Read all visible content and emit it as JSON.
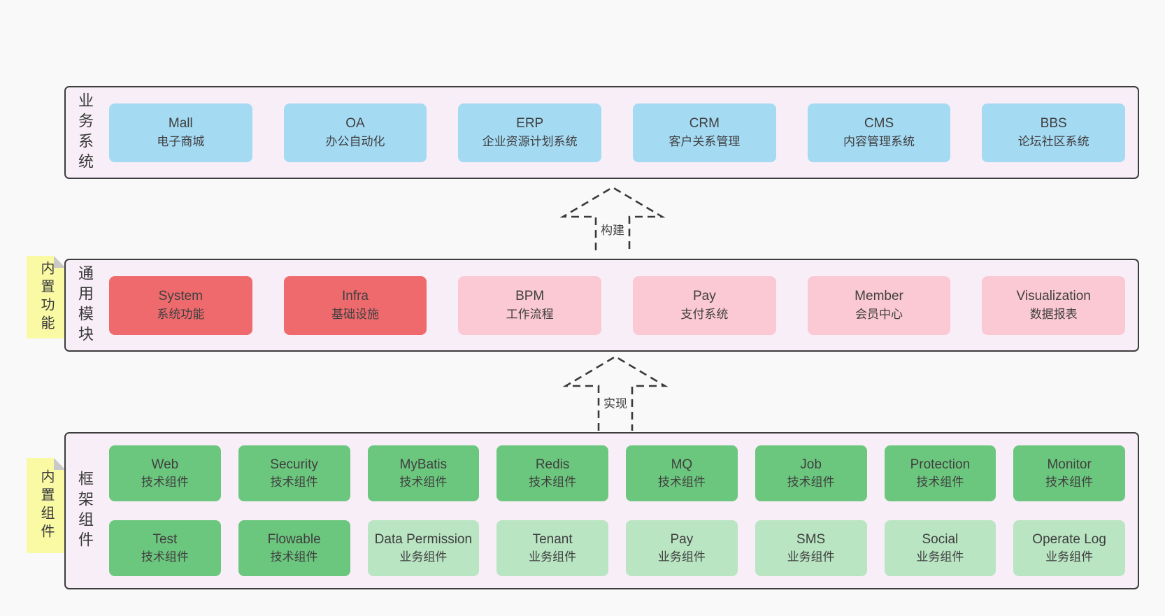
{
  "palette": {
    "page_background": "#f9f9f9",
    "band_background": "#f8eef7",
    "band_border": "#3d3d3d",
    "blue_box": "#a5daf3",
    "red_box": "#ef6a6d",
    "pink_box": "#fbc9d3",
    "green_box": "#6cc77e",
    "light_green_box": "#b9e5c3",
    "sticky_note": "#fafaa5",
    "sticky_fold": "#c9c9c9",
    "dash_stroke": "#3a3a3a",
    "text": "#3f3f3f"
  },
  "bands": [
    {
      "id": "business-systems",
      "label": "业务系统",
      "boxes": [
        {
          "name": "Mall",
          "desc": "电子商城",
          "type": "blue"
        },
        {
          "name": "OA",
          "desc": "办公自动化",
          "type": "blue"
        },
        {
          "name": "ERP",
          "desc": "企业资源计划系统",
          "type": "blue"
        },
        {
          "name": "CRM",
          "desc": "客户关系管理",
          "type": "blue"
        },
        {
          "name": "CMS",
          "desc": "内容管理系统",
          "type": "blue"
        },
        {
          "name": "BBS",
          "desc": "论坛社区系统",
          "type": "blue"
        }
      ]
    },
    {
      "id": "common-modules",
      "label": "通用模块",
      "sticky": "内置功能",
      "boxes": [
        {
          "name": "System",
          "desc": "系统功能",
          "type": "red"
        },
        {
          "name": "Infra",
          "desc": "基础设施",
          "type": "red"
        },
        {
          "name": "BPM",
          "desc": "工作流程",
          "type": "pink"
        },
        {
          "name": "Pay",
          "desc": "支付系统",
          "type": "pink"
        },
        {
          "name": "Member",
          "desc": "会员中心",
          "type": "pink"
        },
        {
          "name": "Visualization",
          "desc": "数据报表",
          "type": "pink"
        }
      ]
    },
    {
      "id": "framework-components",
      "label": "框架组件",
      "sticky": "内置组件",
      "rows": [
        [
          {
            "name": "Web",
            "desc": "技术组件",
            "type": "green"
          },
          {
            "name": "Security",
            "desc": "技术组件",
            "type": "green"
          },
          {
            "name": "MyBatis",
            "desc": "技术组件",
            "type": "green"
          },
          {
            "name": "Redis",
            "desc": "技术组件",
            "type": "green"
          },
          {
            "name": "MQ",
            "desc": "技术组件",
            "type": "green"
          },
          {
            "name": "Job",
            "desc": "技术组件",
            "type": "green"
          },
          {
            "name": "Protection",
            "desc": "技术组件",
            "type": "green"
          },
          {
            "name": "Monitor",
            "desc": "技术组件",
            "type": "green"
          }
        ],
        [
          {
            "name": "Test",
            "desc": "技术组件",
            "type": "green"
          },
          {
            "name": "Flowable",
            "desc": "技术组件",
            "type": "green"
          },
          {
            "name": "Data Permission",
            "desc": "业务组件",
            "type": "lightgreen"
          },
          {
            "name": "Tenant",
            "desc": "业务组件",
            "type": "lightgreen"
          },
          {
            "name": "Pay",
            "desc": "业务组件",
            "type": "lightgreen"
          },
          {
            "name": "SMS",
            "desc": "业务组件",
            "type": "lightgreen"
          },
          {
            "name": "Social",
            "desc": "业务组件",
            "type": "lightgreen"
          },
          {
            "name": "Operate Log",
            "desc": "业务组件",
            "type": "lightgreen"
          }
        ]
      ]
    }
  ],
  "arrows": [
    {
      "label": "构建"
    },
    {
      "label": "实现"
    }
  ]
}
